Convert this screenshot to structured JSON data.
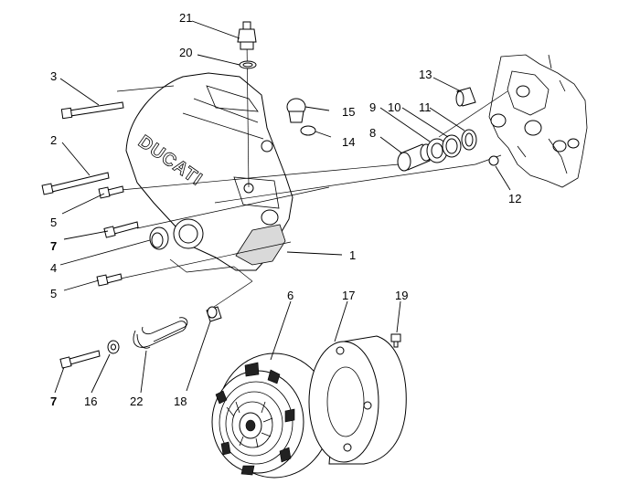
{
  "diagram": {
    "brand_text": "DUCATI",
    "callouts": {
      "c1": "1",
      "c2": "2",
      "c3": "3",
      "c4": "4",
      "c5a": "5",
      "c5b": "5",
      "c6": "6",
      "c7a": "7",
      "c7b": "7",
      "c8": "8",
      "c9": "9",
      "c10": "10",
      "c11": "11",
      "c12": "12",
      "c13": "13",
      "c14": "14",
      "c15": "15",
      "c16": "16",
      "c17": "17",
      "c18": "18",
      "c19": "19",
      "c20": "20",
      "c21": "21",
      "c22": "22"
    }
  }
}
